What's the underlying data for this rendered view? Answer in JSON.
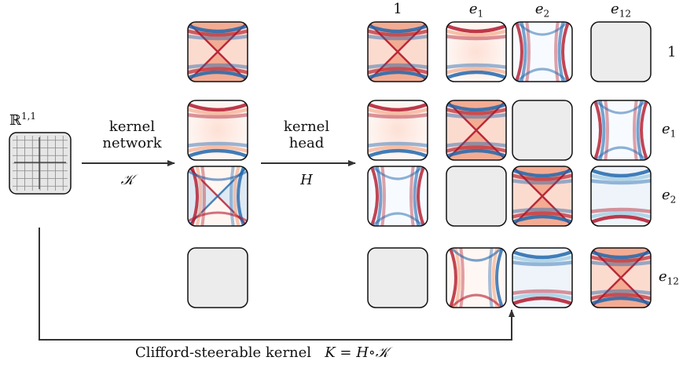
{
  "space_label": {
    "base": "ℝ",
    "sup": "1,1"
  },
  "kernel_network": {
    "line1": "kernel",
    "line2": "network",
    "symbol": "𝒦"
  },
  "kernel_head": {
    "line1": "kernel",
    "line2": "head",
    "symbol": "H"
  },
  "column_labels": [
    {
      "base": "1",
      "sub": ""
    },
    {
      "base": "e",
      "sub": "1"
    },
    {
      "base": "e",
      "sub": "2"
    },
    {
      "base": "e",
      "sub": "12"
    }
  ],
  "row_labels": [
    {
      "base": "1",
      "sub": ""
    },
    {
      "base": "e",
      "sub": "1"
    },
    {
      "base": "e",
      "sub": "2"
    },
    {
      "base": "e",
      "sub": "12"
    }
  ],
  "caption": {
    "text": "Clifford-steerable kernel",
    "formula": "K = H∘𝒦"
  },
  "colors": {
    "red": "#b2182b",
    "blue": "#2166ac",
    "empty_tile": "#ececec",
    "border": "#111111"
  },
  "kernel_network_tiles": [
    "x-red",
    "u-red",
    "x-sym",
    "empty"
  ],
  "head_grid": [
    [
      "x-red",
      "u-red",
      "side-red",
      "empty"
    ],
    [
      "u-red",
      "x-red",
      "empty",
      "side-red"
    ],
    [
      "side-red",
      "empty",
      "x-red",
      "u-blue"
    ],
    [
      "empty",
      "side-blue",
      "u-blue",
      "x-red"
    ]
  ]
}
